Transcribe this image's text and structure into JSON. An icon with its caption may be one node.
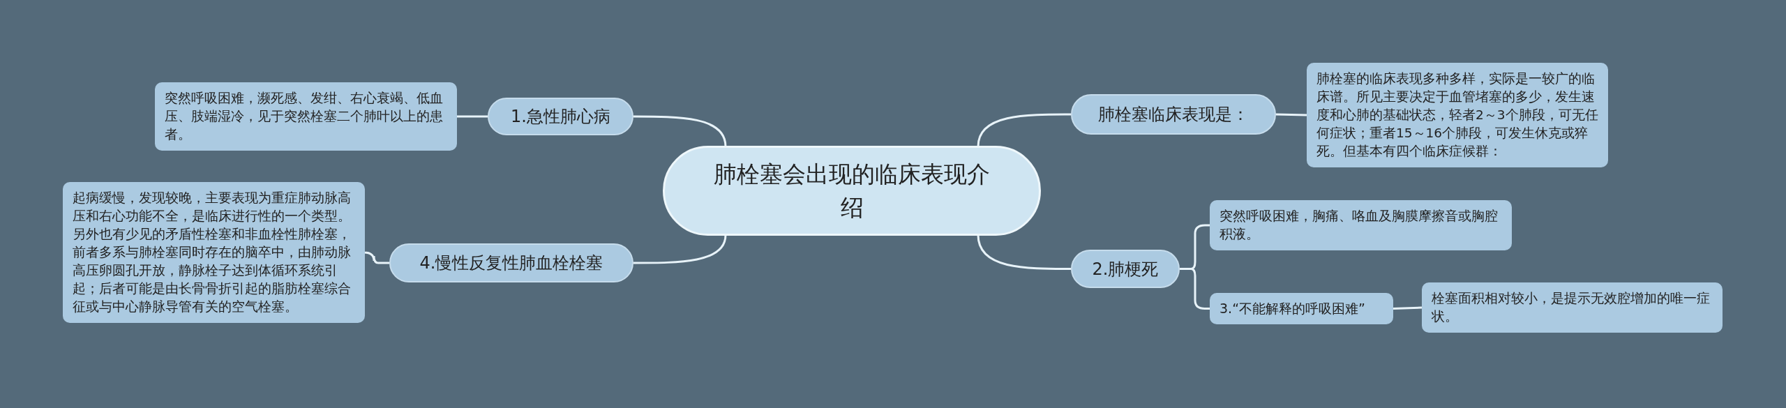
{
  "diagram": {
    "nodes": [
      {
        "text": [
          "肺栓塞会出现的临床表现介绍"
        ]
      },
      {
        "text": [
          "肺栓塞临床表现是："
        ]
      },
      {
        "text": [
          "肺栓塞的临床表现多种多样，实际是一较广的临床谱。所见主要决定于血管堵塞的多少，发生速度和心肺的基础状态，轻者2～3个肺段，可无任何症状；重者15～16个肺段，可发生休克或猝死。但基本有四个临床症候群："
        ]
      },
      {
        "text": [
          "1.急性肺心病"
        ]
      },
      {
        "text": [
          "突然呼吸困难，濒死感、发绀、右心衰竭、低血压、肢端湿冷，见于突然栓塞二个肺叶以上的患者。"
        ]
      },
      {
        "text": [
          "2.肺梗死"
        ]
      },
      {
        "text": [
          "突然呼吸困难，胸痛、咯血及胸膜摩擦音或胸腔积液。"
        ]
      },
      {
        "text": [
          "3.“不能解释的呼吸困难”"
        ]
      },
      {
        "text": [
          "栓塞面积相对较小，是提示无效腔增加的唯一症状。"
        ]
      },
      {
        "text": [
          "4.慢性反复性肺血栓栓塞"
        ]
      },
      {
        "text": [
          "起病缓慢，发现较晚，主要表现为重症肺动脉高压和右心功能不全，是临床进行性的一个类型。另外也有少见的矛盾性栓塞和非血栓性肺栓塞，前者多系与肺栓塞同时存在的脑卒中，由肺动脉高压卵圆孔开放，静脉栓子达到体循环系统引起；后者可能是由长骨骨折引起的脂肪栓塞综合征或与中心静脉导管有关的空气栓塞。"
        ]
      }
    ],
    "edges": [
      {
        "from": 0,
        "to": 1,
        "arrow": "none"
      },
      {
        "from": 1,
        "to": 2,
        "arrow": "none"
      },
      {
        "from": 0,
        "to": 3,
        "arrow": "none"
      },
      {
        "from": 3,
        "to": 4,
        "arrow": "none"
      },
      {
        "from": 0,
        "to": 5,
        "arrow": "none"
      },
      {
        "from": 5,
        "to": 6,
        "arrow": "none"
      },
      {
        "from": 5,
        "to": 7,
        "arrow": "none"
      },
      {
        "from": 7,
        "to": 8,
        "arrow": "none"
      },
      {
        "from": 0,
        "to": 9,
        "arrow": "none"
      },
      {
        "from": 9,
        "to": 10,
        "arrow": "none"
      }
    ]
  }
}
